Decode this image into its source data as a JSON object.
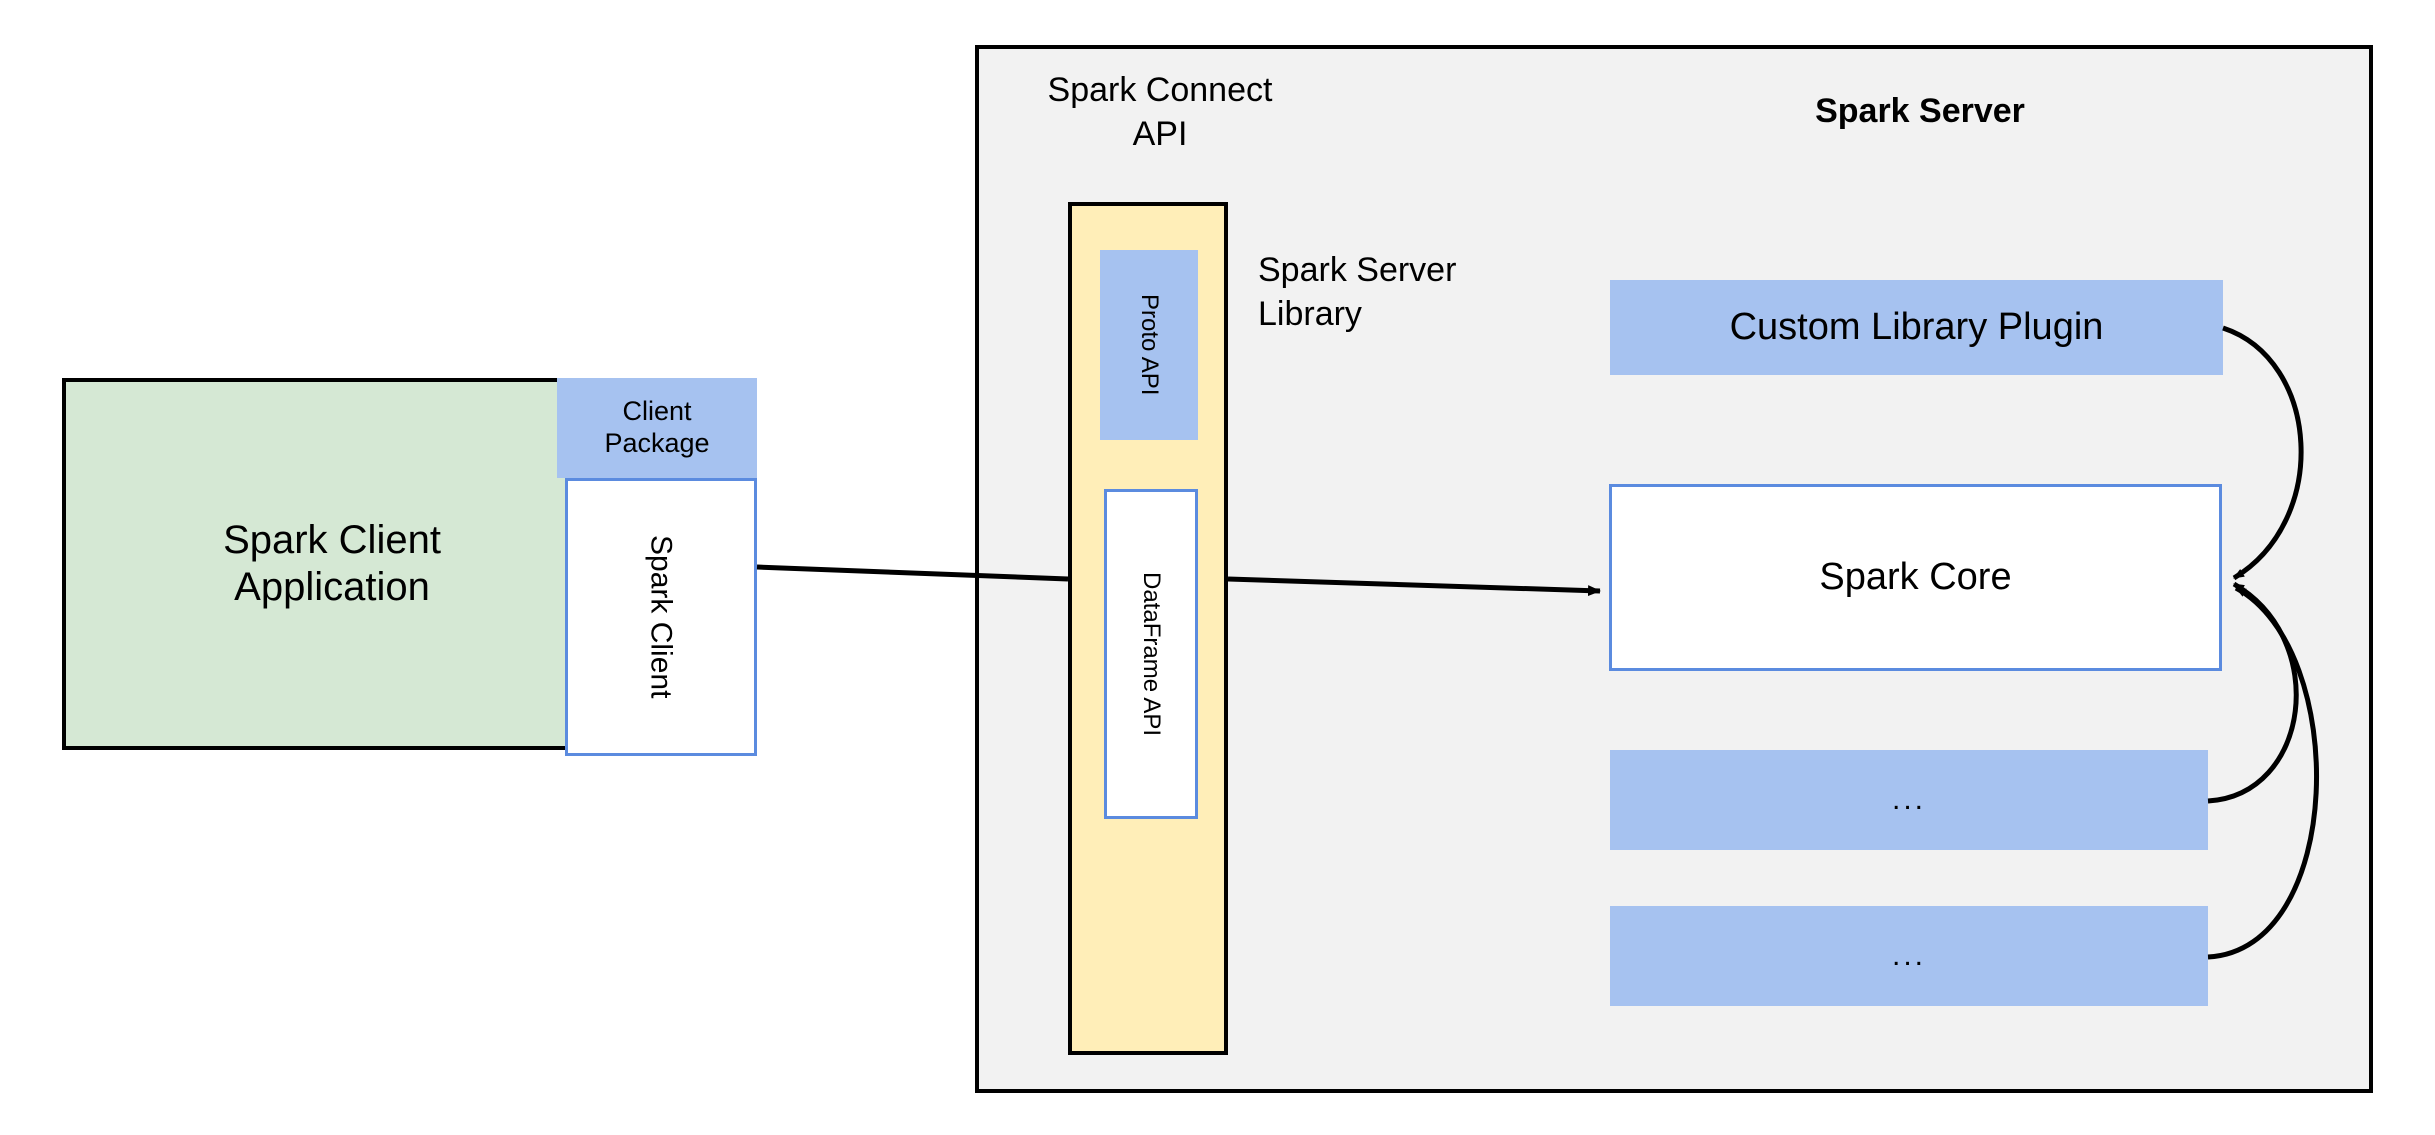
{
  "diagram": {
    "title_visible": false,
    "colors": {
      "green_fill": "#d5e8d4",
      "blue_fill": "#a6c2f0",
      "blue_stroke": "#5b8bdf",
      "yellow_fill": "#ffeeb8",
      "gray_panel": "#f2f2f2",
      "black_stroke": "#000000",
      "white_fill": "#ffffff"
    }
  },
  "client_side": {
    "application_box": {
      "label": "Spark Client\nApplication"
    },
    "client_package_box": {
      "label": "Client\nPackage"
    },
    "spark_client_box": {
      "label": "Spark Client",
      "orientation": "vertical"
    }
  },
  "server_side": {
    "panel_title": "Spark Server",
    "connect_api_label": "Spark Connect\nAPI",
    "server_library_label": "Spark Server\nLibrary",
    "connect_column": {
      "items": [
        {
          "label": "Proto API",
          "orientation": "vertical",
          "style": "blue-fill"
        },
        {
          "label": "DataFrame API",
          "orientation": "vertical",
          "style": "white-blue-border"
        }
      ]
    },
    "components": [
      {
        "label": "Custom Library Plugin",
        "style": "blue-fill"
      },
      {
        "label": "Spark Core",
        "style": "white-blue-border"
      },
      {
        "label": "...",
        "style": "blue-fill"
      },
      {
        "label": "...",
        "style": "blue-fill"
      }
    ]
  },
  "connectors": [
    {
      "from": "spark-client-box",
      "to": "connect-column-box",
      "style": "plain-line"
    },
    {
      "from": "connect-column-box",
      "to": "spark-core-box",
      "style": "arrow"
    },
    {
      "from": "custom-library-plugin-box",
      "to": "spark-core-box",
      "style": "curved-arrow"
    },
    {
      "from": "ellipsis-box-1",
      "to": "spark-core-box",
      "style": "curved-arrow"
    },
    {
      "from": "ellipsis-box-2",
      "to": "spark-core-box",
      "style": "curved-arrow"
    }
  ]
}
